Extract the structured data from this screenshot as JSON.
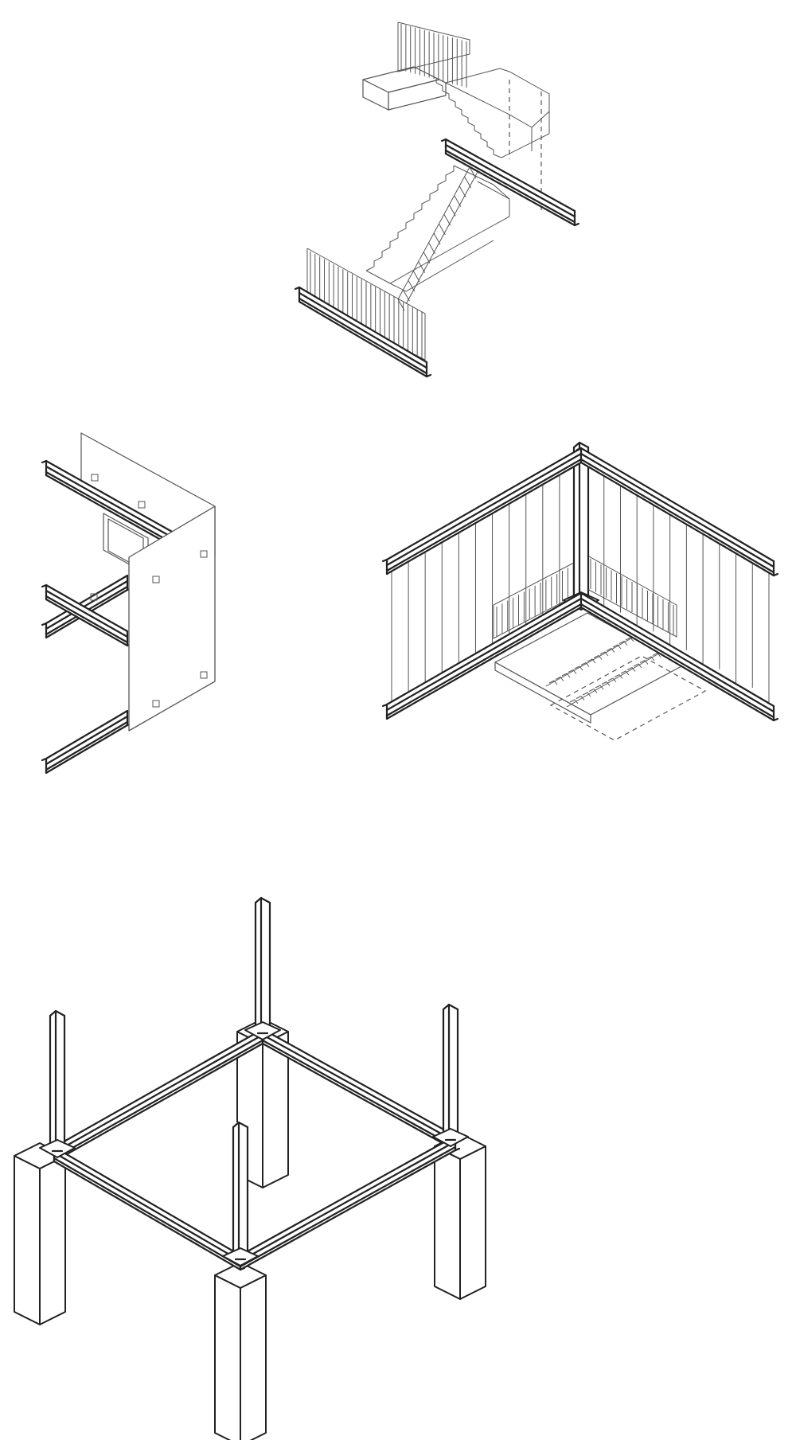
{
  "drawing": {
    "style": "exploded axonometric line drawing",
    "line_color": "#222222",
    "background": "#ffffff"
  },
  "components": [
    {
      "id": "stair-module",
      "icon": "stair-icon"
    },
    {
      "id": "wall-panel-module",
      "icon": "panel-icon"
    },
    {
      "id": "enclosure-module",
      "icon": "enclosure-icon"
    },
    {
      "id": "frame-module",
      "icon": "frame-icon"
    }
  ]
}
